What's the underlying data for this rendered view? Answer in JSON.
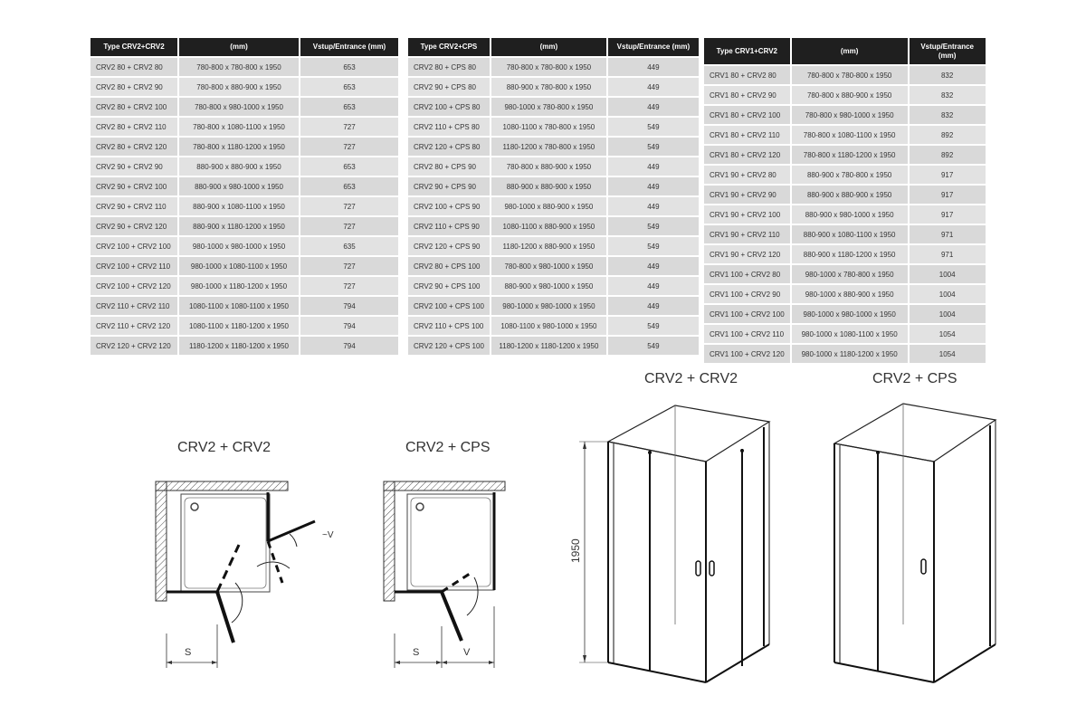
{
  "tables": [
    {
      "headers": [
        "Type CRV2+CRV2",
        "(mm)",
        "Vstup/Entrance (mm)"
      ],
      "rows": [
        [
          "CRV2 80 + CRV2 80",
          "780-800 x 780-800 x 1950",
          "653"
        ],
        [
          "CRV2 80 + CRV2 90",
          "780-800 x 880-900 x 1950",
          "653"
        ],
        [
          "CRV2 80 + CRV2 100",
          "780-800 x 980-1000 x 1950",
          "653"
        ],
        [
          "CRV2 80 + CRV2 110",
          "780-800 x 1080-1100 x 1950",
          "727"
        ],
        [
          "CRV2 80 + CRV2 120",
          "780-800 x 1180-1200 x 1950",
          "727"
        ],
        [
          "CRV2 90 + CRV2 90",
          "880-900 x 880-900 x 1950",
          "653"
        ],
        [
          "CRV2 90 + CRV2 100",
          "880-900 x 980-1000 x 1950",
          "653"
        ],
        [
          "CRV2 90 + CRV2 110",
          "880-900 x 1080-1100 x 1950",
          "727"
        ],
        [
          "CRV2 90 + CRV2 120",
          "880-900 x 1180-1200 x 1950",
          "727"
        ],
        [
          "CRV2 100 + CRV2 100",
          "980-1000 x 980-1000 x 1950",
          "635"
        ],
        [
          "CRV2 100 + CRV2 110",
          "980-1000 x 1080-1100 x 1950",
          "727"
        ],
        [
          "CRV2 100 + CRV2 120",
          "980-1000 x 1180-1200 x 1950",
          "727"
        ],
        [
          "CRV2 110 + CRV2 110",
          "1080-1100 x 1080-1100 x 1950",
          "794"
        ],
        [
          "CRV2 110 + CRV2 120",
          "1080-1100 x 1180-1200 x 1950",
          "794"
        ],
        [
          "CRV2 120 + CRV2 120",
          "1180-1200 x 1180-1200 x 1950",
          "794"
        ]
      ]
    },
    {
      "headers": [
        "Type CRV2+CPS",
        "(mm)",
        "Vstup/Entrance (mm)"
      ],
      "rows": [
        [
          "CRV2 80 + CPS 80",
          "780-800 x 780-800 x 1950",
          "449"
        ],
        [
          "CRV2 90 + CPS 80",
          "880-900 x 780-800 x 1950",
          "449"
        ],
        [
          "CRV2 100 + CPS 80",
          "980-1000 x 780-800 x 1950",
          "449"
        ],
        [
          "CRV2 110 + CPS 80",
          "1080-1100 x 780-800 x 1950",
          "549"
        ],
        [
          "CRV2 120 + CPS 80",
          "1180-1200 x 780-800 x 1950",
          "549"
        ],
        [
          "CRV2 80 + CPS 90",
          "780-800 x 880-900 x 1950",
          "449"
        ],
        [
          "CRV2 90 + CPS  90",
          "880-900 x 880-900 x 1950",
          "449"
        ],
        [
          "CRV2 100 + CPS 90",
          "980-1000 x 880-900 x 1950",
          "449"
        ],
        [
          "CRV2 110 + CPS 90",
          "1080-1100 x 880-900 x 1950",
          "549"
        ],
        [
          "CRV2 120 + CPS 90",
          "1180-1200 x 880-900 x 1950",
          "549"
        ],
        [
          "CRV2 80 + CPS 100",
          "780-800 x 980-1000 x 1950",
          "449"
        ],
        [
          "CRV2 90 + CPS 100",
          "880-900 x 980-1000 x 1950",
          "449"
        ],
        [
          "CRV2 100 + CPS 100",
          "980-1000 x 980-1000 x 1950",
          "449"
        ],
        [
          "CRV2 110 + CPS 100",
          "1080-1100 x 980-1000 x 1950",
          "549"
        ],
        [
          "CRV2 120 + CPS 100",
          "1180-1200 x 1180-1200 x 1950",
          "549"
        ]
      ]
    },
    {
      "headers": [
        "Type CRV1+CRV2",
        "(mm)",
        "Vstup/Entrance (mm)"
      ],
      "rows": [
        [
          "CRV1 80 + CRV2 80",
          "780-800 x 780-800 x 1950",
          "832"
        ],
        [
          "CRV1 80 + CRV2 90",
          "780-800 x 880-900 x 1950",
          "832"
        ],
        [
          "CRV1 80 + CRV2 100",
          "780-800 x 980-1000 x 1950",
          "832"
        ],
        [
          "CRV1 80 + CRV2 110",
          "780-800 x 1080-1100 x 1950",
          "892"
        ],
        [
          "CRV1 80 + CRV2 120",
          "780-800 x 1180-1200 x 1950",
          "892"
        ],
        [
          "CRV1 90 + CRV2 80",
          "880-900 x 780-800 x 1950",
          "917"
        ],
        [
          "CRV1 90 + CRV2 90",
          "880-900 x 880-900 x 1950",
          "917"
        ],
        [
          "CRV1 90 + CRV2 100",
          "880-900 x 980-1000 x 1950",
          "917"
        ],
        [
          "CRV1 90 + CRV2 110",
          "880-900 x 1080-1100 x 1950",
          "971"
        ],
        [
          "CRV1 90 + CRV2 120",
          "880-900 x 1180-1200 x 1950",
          "971"
        ],
        [
          "CRV1 100 + CRV2 80",
          "980-1000 x 780-800 x 1950",
          "1004"
        ],
        [
          "CRV1 100 + CRV2 90",
          "980-1000 x 880-900 x 1950",
          "1004"
        ],
        [
          "CRV1 100 + CRV2 100",
          "980-1000 x 980-1000 x 1950",
          "1004"
        ],
        [
          "CRV1 100 + CRV2 110",
          "980-1000 x 1080-1100 x 1950",
          "1054"
        ],
        [
          "CRV1 100 + CRV2 120",
          "980-1000 x 1180-1200 x 1950",
          "1054"
        ]
      ]
    }
  ],
  "diagrams": {
    "plan_crv2_crv2": {
      "title": "CRV2 + CRV2",
      "label_s": "S",
      "label_v": "~V"
    },
    "plan_crv2_cps": {
      "title": "CRV2 + CPS",
      "label_s": "S",
      "label_v": "V"
    },
    "iso_crv2_crv2": {
      "title": "CRV2 + CRV2",
      "height": "1950"
    },
    "iso_crv2_cps": {
      "title": "CRV2 + CPS"
    }
  }
}
